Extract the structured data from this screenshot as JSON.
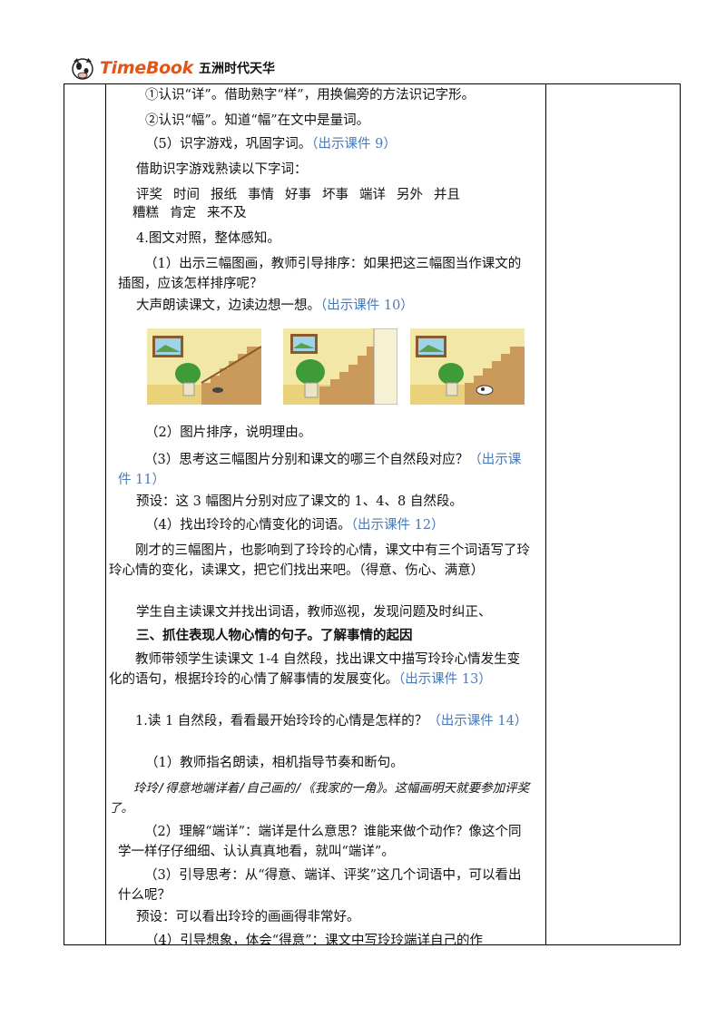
{
  "header": {
    "brand": "TimeBook",
    "brand_cn": "五洲时代天华"
  },
  "lines": {
    "l1a": "①认识“详”。借助熟字“样”，用换偏旁的方法识记字形。",
    "l2a": "②认识“幅”。知道“幅”在文中是量词。",
    "l3a": "（5）识字游戏，巩固字词。",
    "l3b": "（出示课件 9）",
    "l4": "借助识字游戏熟读以下字词：",
    "w1": "评奖",
    "w2": "时间",
    "w3": "报纸",
    "w4": "事情",
    "w5": "好事",
    "w6": "坏事",
    "w7": "端详",
    "w8": "另外",
    "w9": "并且",
    "w10": "糟糕",
    "w11": "肯定",
    "w12": "来不及",
    "l6": "4.图文对照，整体感知。",
    "l7": "（1）出示三幅图画，教师引导排序：如果把这三幅图当作课文的插图，应该怎样排序呢？",
    "l8a": "大声朗读课文，边读边想一想。",
    "l8b": "（出示课件 10）",
    "l9": "（2）图片排序，说明理由。",
    "l10a": "（3）思考这三幅图片分别和课文的哪三个自然段对应？",
    "l10b": "（出示课件 11）",
    "l11": "预设：这 3 幅图片分别对应了课文的 1、4、8 自然段。",
    "l12a": "（4）找出玲玲的心情变化的词语。",
    "l12b": "（出示课件 12）",
    "l13": "刚才的三幅图片，也影响到了玲玲的心情，课文中有三个词语写了玲玲心情的变化，读课文，把它们找出来吧。（得意、伤心、满意）",
    "l14": "学生自主读课文并找出词语，教师巡视，发现问题及时纠正、",
    "l15": "三、抓住表现人物心情的句子。了解事情的起因",
    "l16a": "教师带领学生读课文 1-4 自然段，找出课文中描写玲玲心情发生变化的语句，根据玲玲的心情了解事情的发展变化。",
    "l16b": "（出示课件 13）",
    "l17a": "1.读 1 自然段，看看最开始玲玲的心情是怎样的？",
    "l17b": "（出示课件 14）",
    "l18": "（1）教师指名朗读，相机指导节奏和断句。",
    "l19": "玲玲/得意地端详着/自己画的/《我家的一角》。这幅画明天就要参加评奖了。",
    "l20": "（2）理解“端详”：端详是什么意思？谁能来做个动作？像这个同学一样仔仔细细、认认真真地看，就叫“端详”。",
    "l21": "（3）引导思考：从“得意、端详、评奖”这几个词语中，可以看出什么呢？",
    "l22": "预设：可以看出玲玲的画画得非常好。",
    "l23": "（4）引导想象，体会“得意”：课文中写玲玲端详自己的作"
  }
}
